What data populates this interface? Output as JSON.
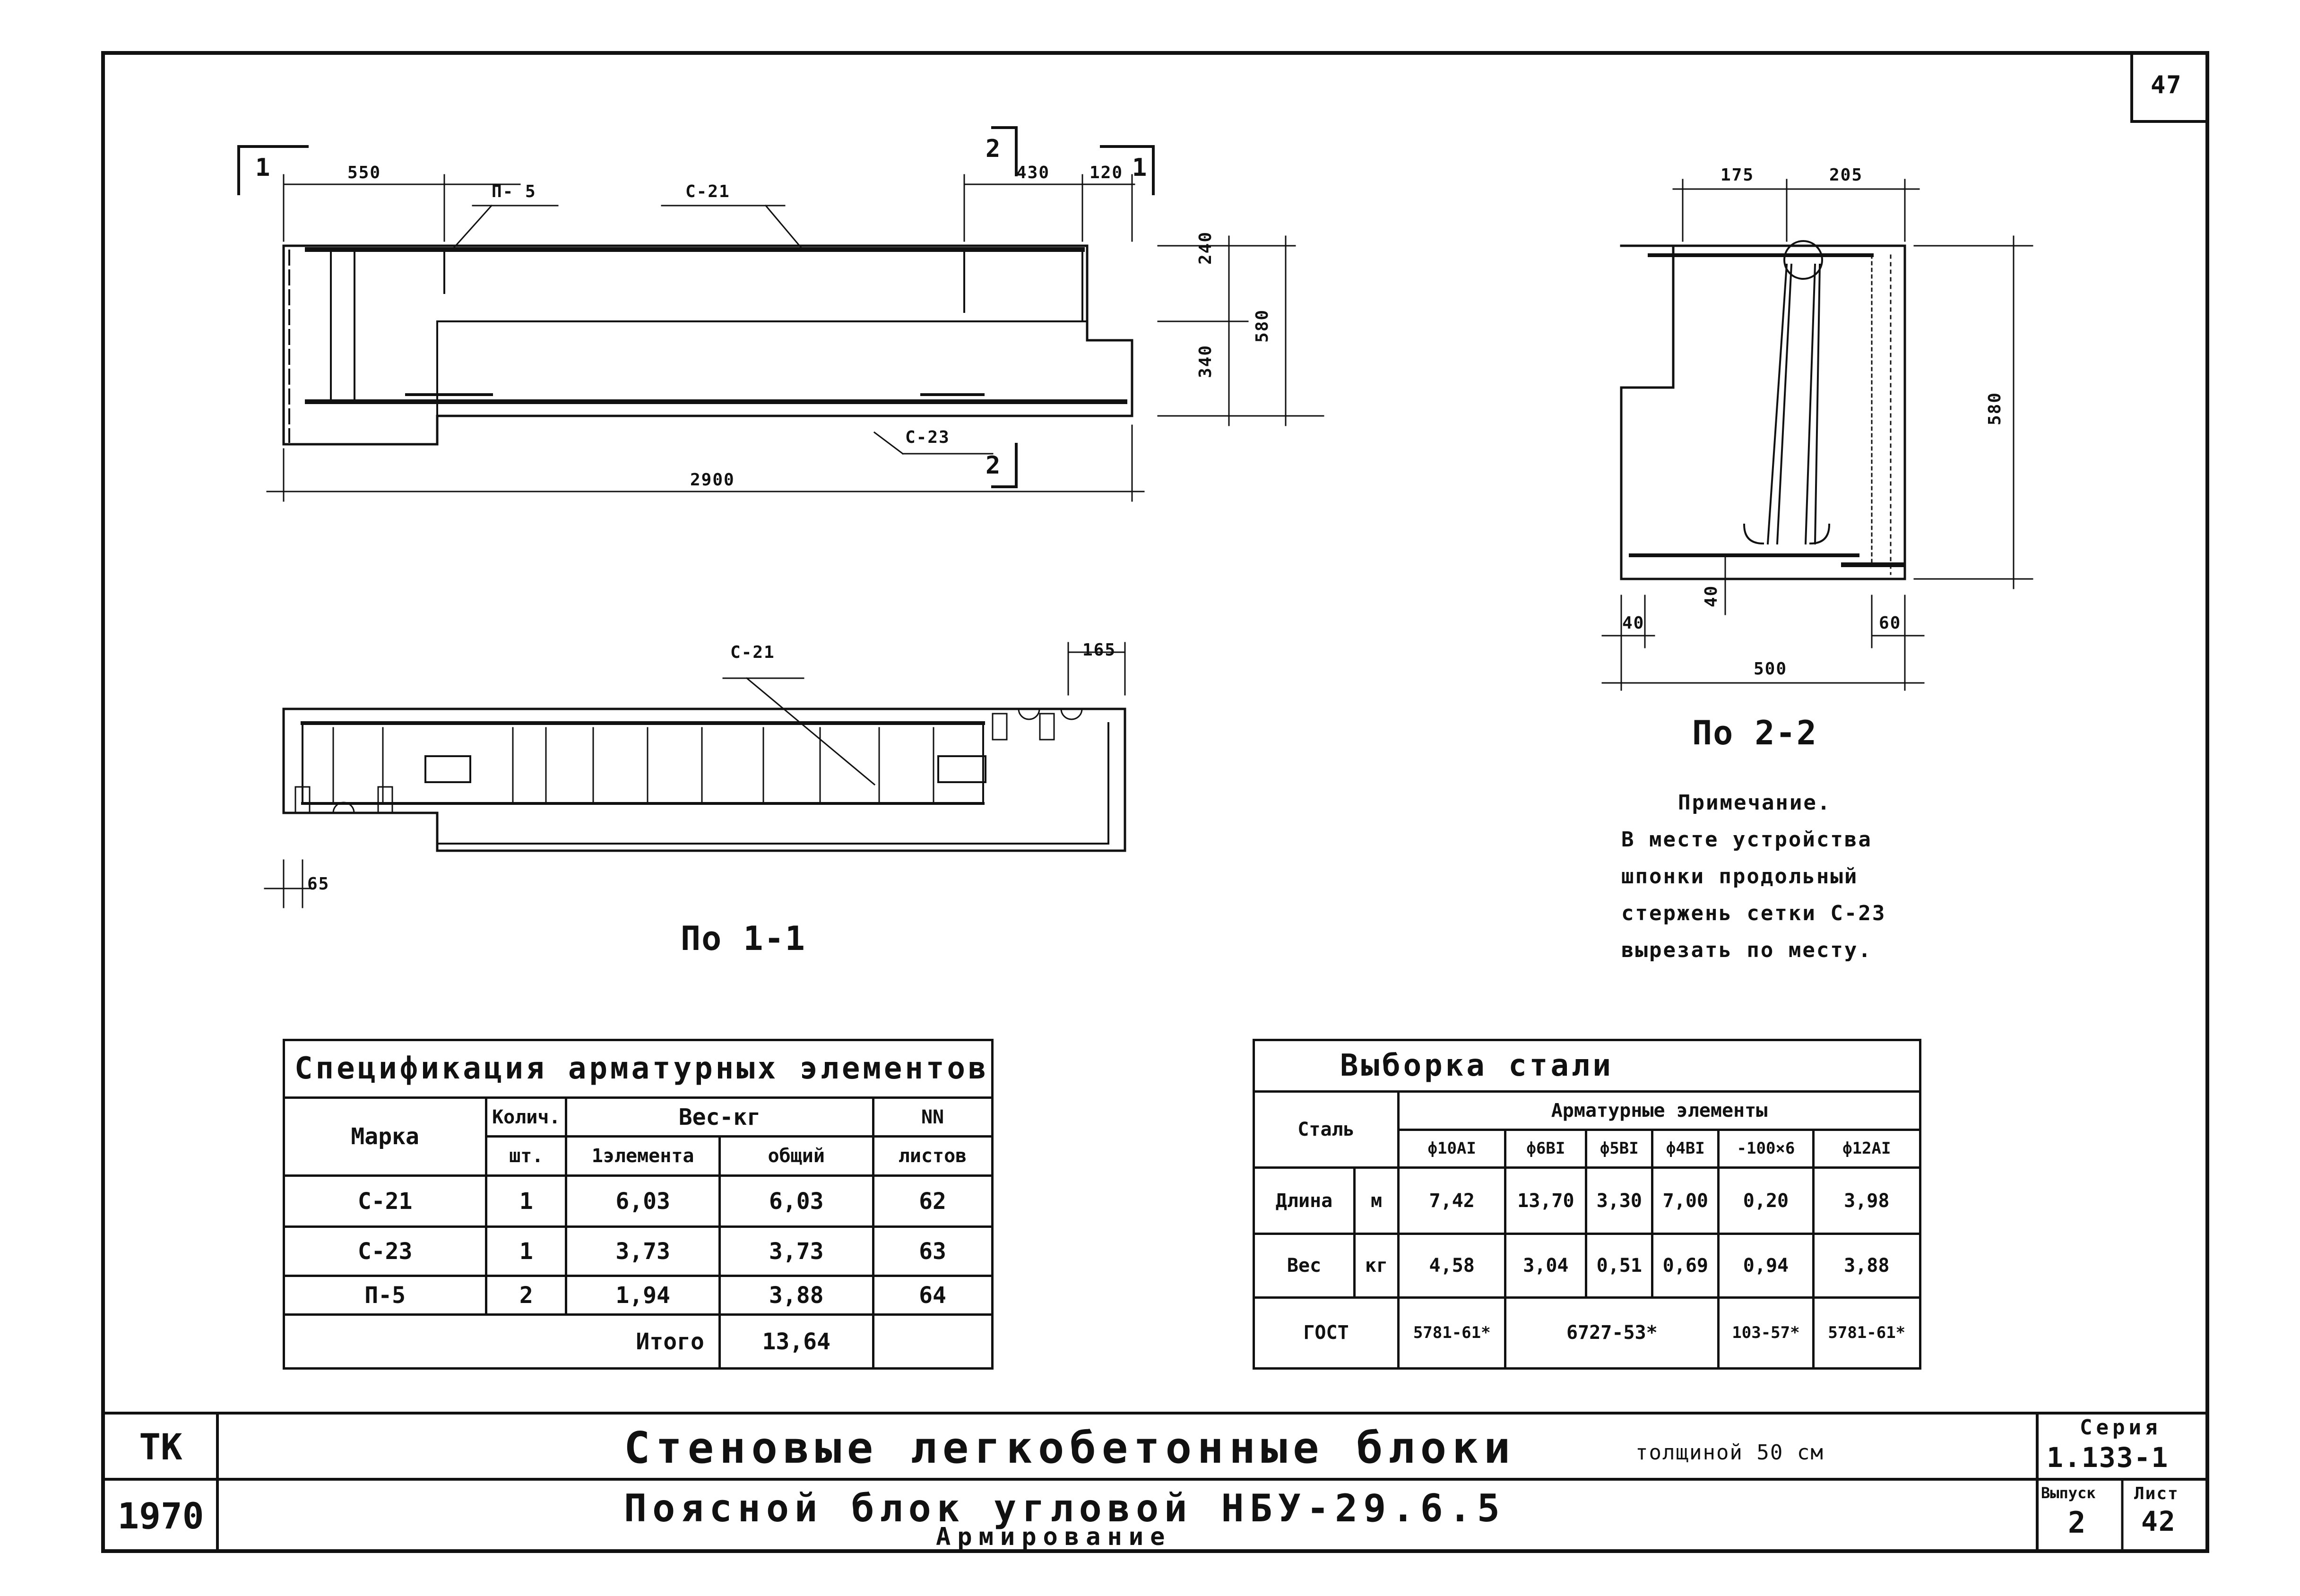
{
  "sheet_number": "47",
  "top_drawing": {
    "section_mark_1": "1",
    "section_mark_2": "2",
    "dim_550": "550",
    "dim_430": "430",
    "dim_120": "120",
    "dim_240": "240",
    "dim_340": "340",
    "dim_580": "580",
    "dim_2900": "2900",
    "label_p5": "П- 5",
    "label_c21": "С-21",
    "label_c23": "С-23"
  },
  "plan_drawing": {
    "label_c21": "С-21",
    "dim_165": "165",
    "dim_65": "65",
    "caption": "По 1-1"
  },
  "section_drawing": {
    "dim_175": "175",
    "dim_205": "205",
    "dim_580": "580",
    "dim_40a": "40",
    "dim_40b": "40",
    "dim_60": "60",
    "dim_500": "500",
    "caption": "По 2-2"
  },
  "note": {
    "title": "Примечание.",
    "lines": [
      "В месте устройства",
      "шпонки продольный",
      "стержень сетки С-23",
      "вырезать по месту."
    ]
  },
  "spec_table": {
    "title": "Спецификация арматурных элементов",
    "h_mark": "Марка",
    "h_qty": "Колич.",
    "h_qty_unit": "шт.",
    "h_weight": "Вес-кг",
    "h_w_one": "1элемента",
    "h_w_total": "общий",
    "h_sheets": "NN",
    "h_sheets2": "листов",
    "rows": [
      {
        "mark": "С-21",
        "qty": "1",
        "one": "6,03",
        "total": "6,03",
        "sheet": "62"
      },
      {
        "mark": "С-23",
        "qty": "1",
        "one": "3,73",
        "total": "3,73",
        "sheet": "63"
      },
      {
        "mark": "П-5",
        "qty": "2",
        "one": "1,94",
        "total": "3,88",
        "sheet": "64"
      }
    ],
    "total_label": "Итого",
    "total_value": "13,64"
  },
  "steel_table": {
    "title": "Выборка стали",
    "h_steel": "Сталь",
    "h_elements": "Арматурные элементы",
    "cols": [
      "ф10АI",
      "ф6ВI",
      "ф5ВI",
      "ф4ВI",
      "-100×6",
      "ф12АI"
    ],
    "length_label": "Длина",
    "length_unit": "м",
    "length_values": [
      "7,42",
      "13,70",
      "3,30",
      "7,00",
      "0,20",
      "3,98"
    ],
    "weight_label": "Вес",
    "weight_unit": "кг",
    "weight_values": [
      "4,58",
      "3,04",
      "0,51",
      "0,69",
      "0,94",
      "3,88"
    ],
    "gost_label": "ГОСТ",
    "gost_1": "5781-61*",
    "gost_2": "6727-53*",
    "gost_3": "103-57*",
    "gost_4": "5781-61*"
  },
  "stamp": {
    "tk": "ТК",
    "year": "1970",
    "title_main": "Стеновые легкобетонные блоки",
    "title_thickness": "толщиной 50 см",
    "subtitle": "Поясной блок угловой НБУ-29.6.5",
    "subtitle2": "Армирование",
    "series_label": "Серия",
    "series_value": "1.133-1",
    "issue_label": "Выпуск",
    "issue_value": "2",
    "sheet_label": "Лист",
    "sheet_value": "42"
  }
}
